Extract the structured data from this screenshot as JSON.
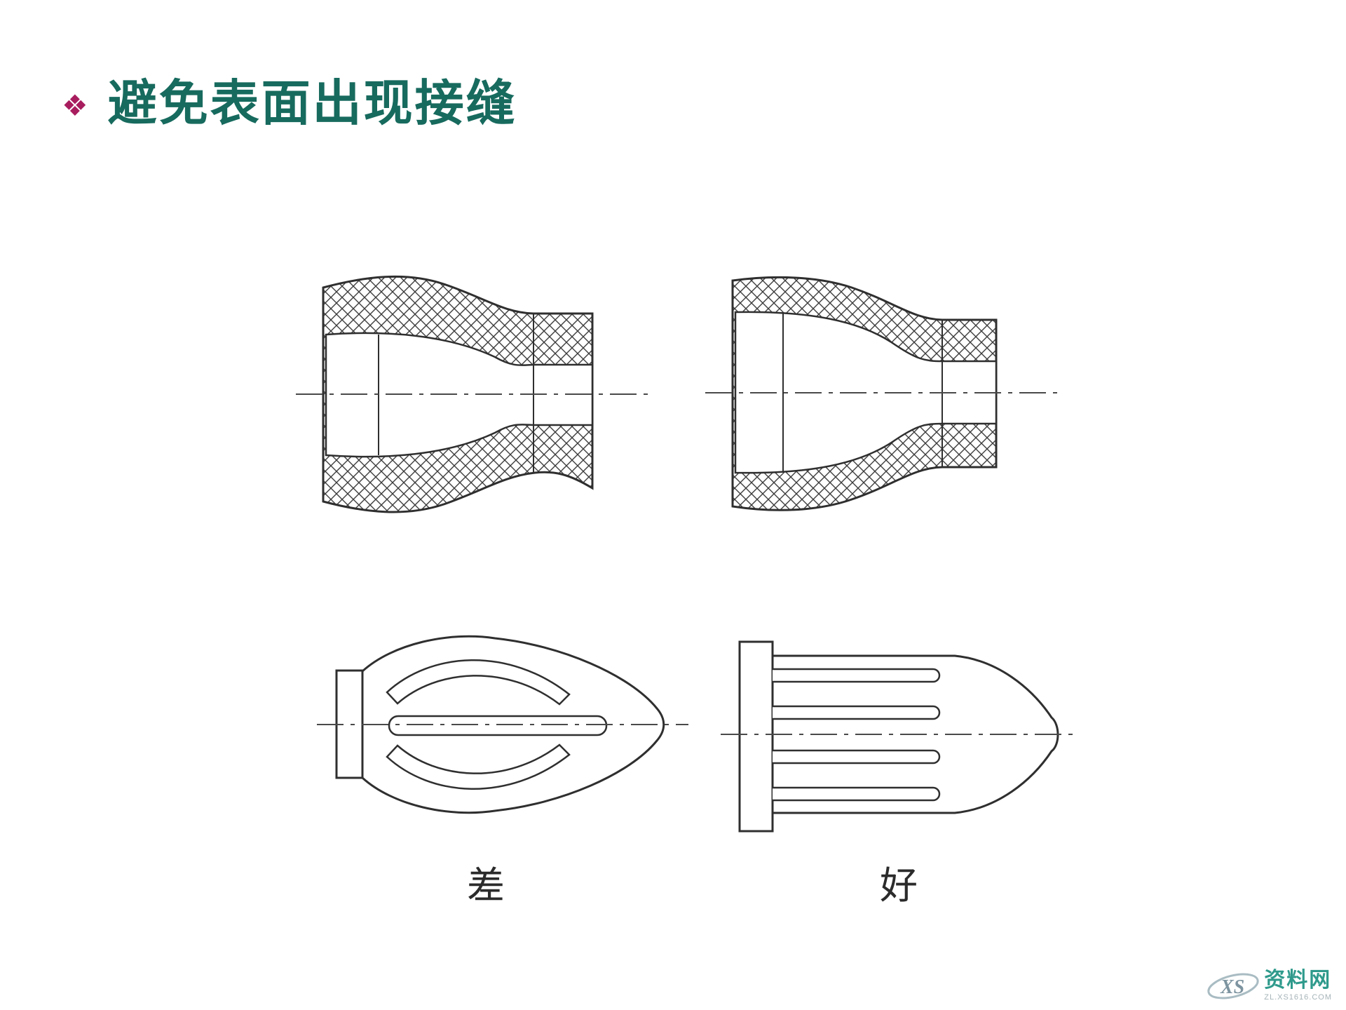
{
  "slide": {
    "background_color": "#ffffff"
  },
  "title": {
    "bullet": "❖",
    "bullet_color": "#a81d5e",
    "text": "避免表面出现接缝",
    "color": "#176a5e"
  },
  "figures": {
    "top_left": "cross-section-with-surface-seam-poor",
    "top_right": "cross-section-uniform-wall-good",
    "bottom_left": "expansion-plug-curved-slots-poor",
    "bottom_right": "expansion-plug-straight-slots-good",
    "line_color": "#2f2f2f"
  },
  "labels": {
    "bad": "差",
    "good": "好"
  },
  "watermark": {
    "logo_text": "XS",
    "site_name": "资料网",
    "site_url": "ZL.XS1616.COM",
    "site_name_color": "#2f9a8c"
  }
}
